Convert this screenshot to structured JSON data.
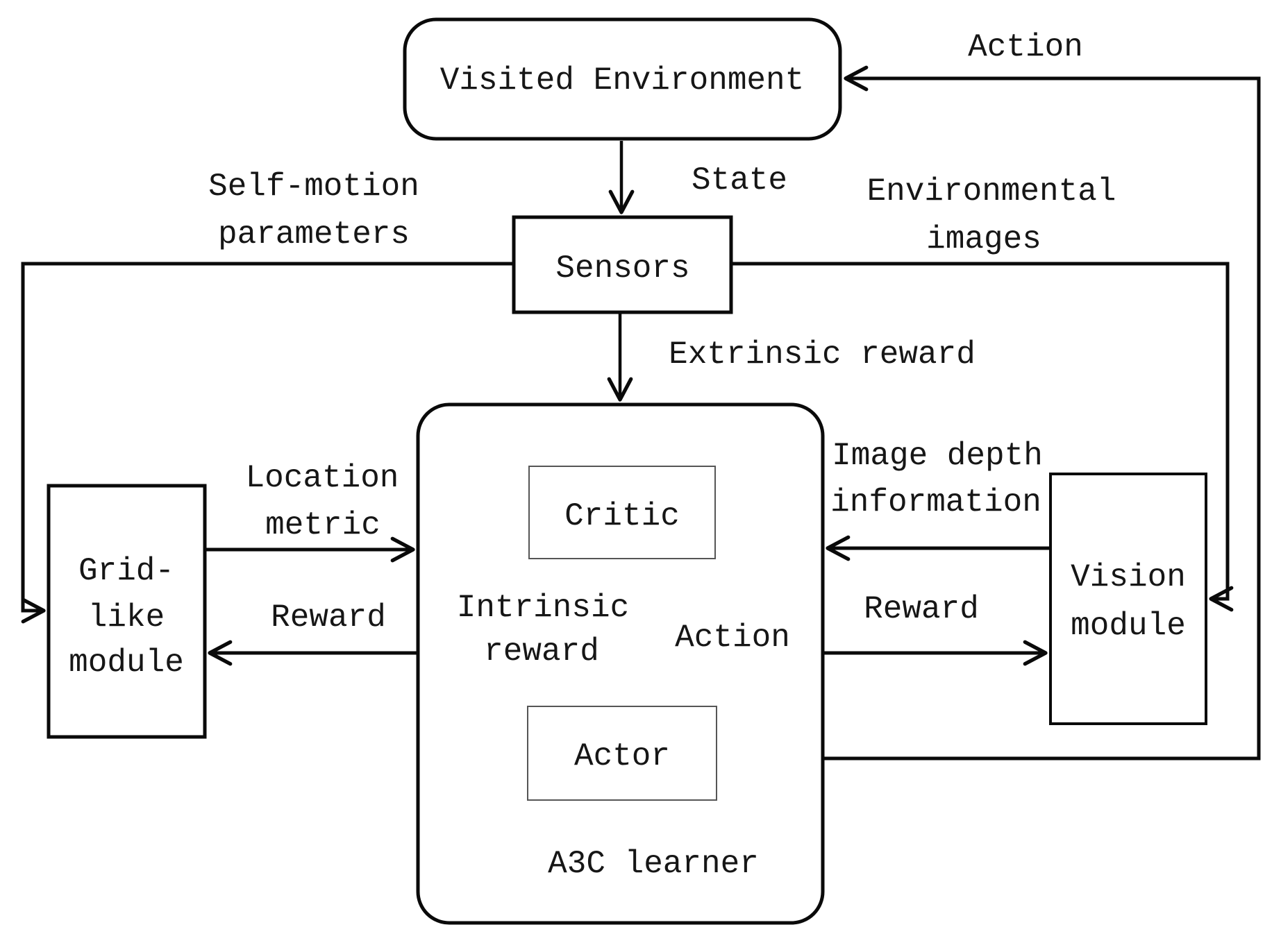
{
  "figure": {
    "type": "flow-diagram",
    "background_color": "#ffffff",
    "line_color": "#0a0a0a",
    "text_color": "#161616",
    "nodes": {
      "visited_environment": {
        "label": "Visited Environment",
        "shape": "rounded-rect"
      },
      "sensors": {
        "label": "Sensors",
        "shape": "rect"
      },
      "a3c_learner": {
        "label": "A3C learner",
        "shape": "rounded-rect"
      },
      "critic": {
        "label": "Critic",
        "shape": "rect"
      },
      "actor": {
        "label": "Actor",
        "shape": "rect"
      },
      "grid_like_module": {
        "lines": [
          "Grid-",
          "like",
          "module"
        ],
        "shape": "rect"
      },
      "vision_module": {
        "lines": [
          "Vision",
          "module"
        ],
        "shape": "rect"
      }
    },
    "edges": {
      "action_feedback": {
        "label": "Action",
        "from": "a3c_learner",
        "to": "visited_environment"
      },
      "state": {
        "label": "State",
        "from": "visited_environment",
        "to": "sensors"
      },
      "self_motion": {
        "lines": [
          "Self-motion",
          "parameters"
        ],
        "from": "sensors",
        "to": "grid_like_module"
      },
      "environmental_images": {
        "lines": [
          "Environmental",
          "images"
        ],
        "from": "sensors",
        "to": "vision_module"
      },
      "extrinsic_reward": {
        "label": "Extrinsic reward",
        "from": "sensors",
        "to": "a3c_learner"
      },
      "location_metric": {
        "lines": [
          "Location",
          "metric"
        ],
        "from": "grid_like_module",
        "to": "a3c_learner"
      },
      "reward_to_grid": {
        "label": "Reward",
        "from": "a3c_learner",
        "to": "grid_like_module"
      },
      "intrinsic_reward": {
        "lines": [
          "Intrinsic",
          "reward"
        ],
        "from": "critic",
        "to": "actor"
      },
      "action_internal": {
        "label": "Action",
        "from": "actor",
        "to": "critic"
      },
      "image_depth": {
        "lines": [
          "Image depth",
          "information"
        ],
        "from": "vision_module",
        "to": "a3c_learner"
      },
      "reward_to_vision": {
        "label": "Reward",
        "from": "a3c_learner",
        "to": "vision_module"
      }
    }
  }
}
